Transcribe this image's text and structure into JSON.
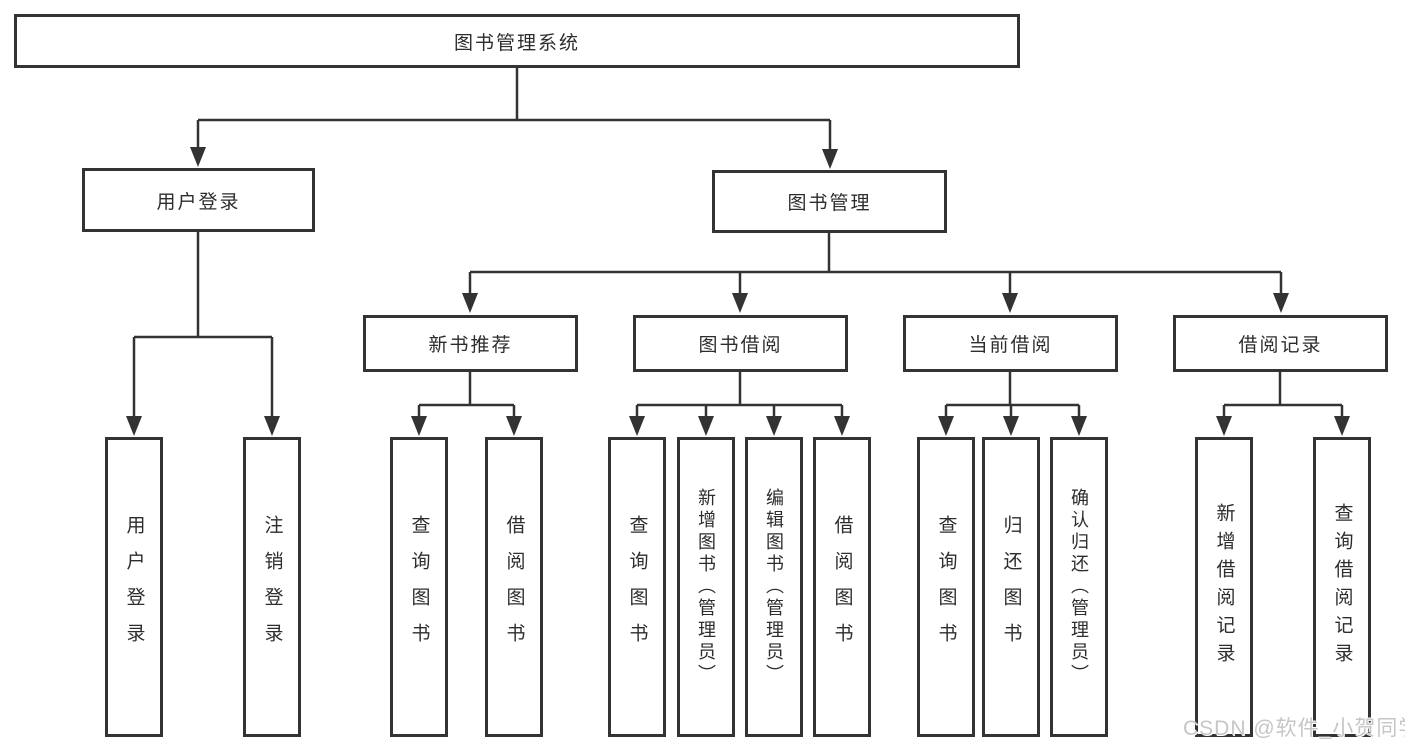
{
  "diagram_title": "图书管理系统",
  "watermark": {
    "text": "CSDN @软件_小贺同学"
  },
  "colors": {
    "line": "#333333",
    "box_border": "#333333",
    "box_fill": "#ffffff",
    "text": "#2d2d2d",
    "watermark": "#c6c6c6",
    "background": "#ffffff"
  },
  "tree": {
    "root": {
      "label": "图书管理系统"
    },
    "children": [
      {
        "label": "用户登录",
        "children": [
          {
            "label": "用户登录"
          },
          {
            "label": "注销登录"
          }
        ]
      },
      {
        "label": "图书管理",
        "children": [
          {
            "label": "新书推荐",
            "children": [
              {
                "label": "查询图书"
              },
              {
                "label": "借阅图书"
              }
            ]
          },
          {
            "label": "图书借阅",
            "children": [
              {
                "label": "查询图书"
              },
              {
                "label": "新增图书（管理员）"
              },
              {
                "label": "编辑图书（管理员）"
              },
              {
                "label": "借阅图书"
              }
            ]
          },
          {
            "label": "当前借阅",
            "children": [
              {
                "label": "查询图书"
              },
              {
                "label": "归还图书"
              },
              {
                "label": "确认归还（管理员）"
              }
            ]
          },
          {
            "label": "借阅记录",
            "children": [
              {
                "label": "新增借阅记录"
              },
              {
                "label": "查询借阅记录"
              }
            ]
          }
        ]
      }
    ]
  }
}
